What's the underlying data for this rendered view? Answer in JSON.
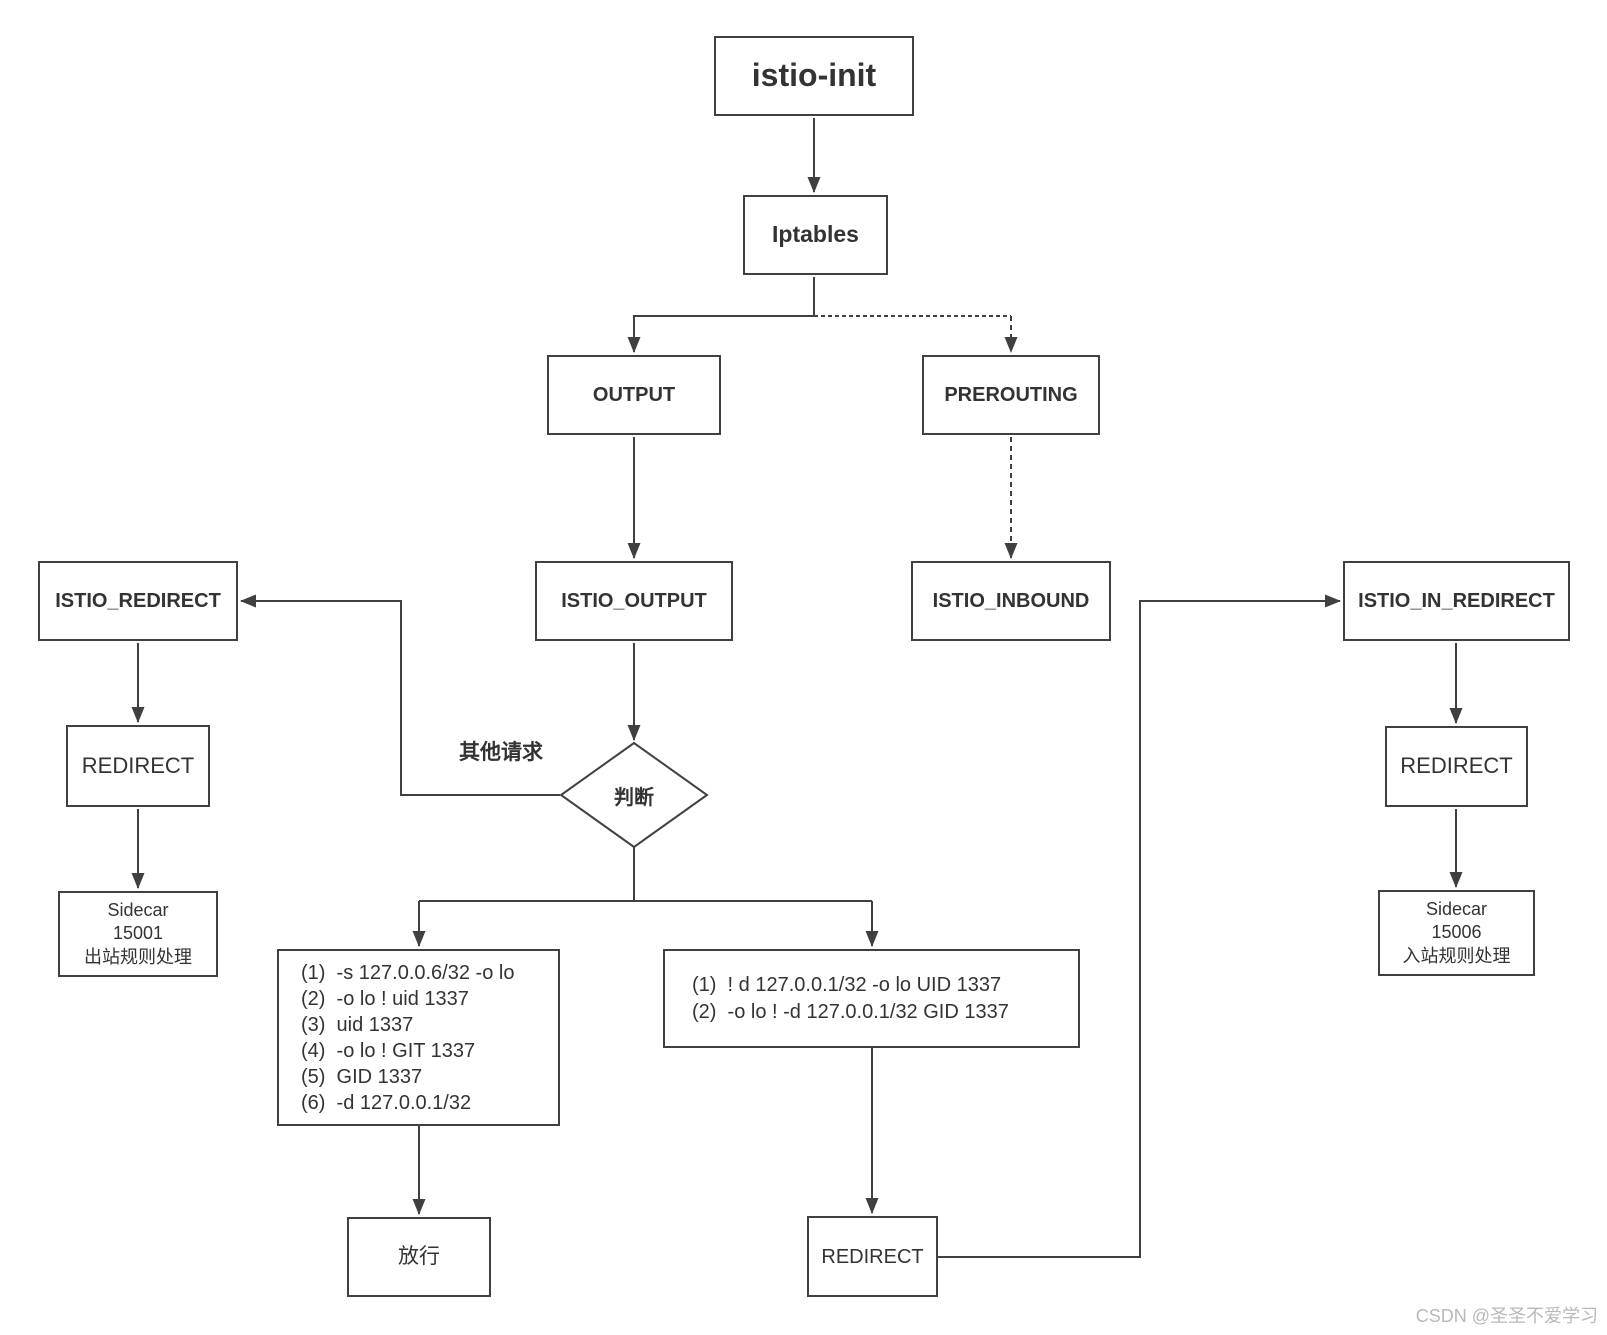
{
  "colors": {
    "line": "#404040",
    "border": "#404040",
    "text": "#333333",
    "background": "#ffffff",
    "watermark": "#b9b9b9"
  },
  "nodes": {
    "istio_init": "istio-init",
    "iptables": "Iptables",
    "output": "OUTPUT",
    "prerouting": "PREROUTING",
    "istio_redirect": "ISTIO_REDIRECT",
    "istio_output": "ISTIO_OUTPUT",
    "istio_inbound": "ISTIO_INBOUND",
    "istio_in_redirect": "ISTIO_IN_REDIRECT",
    "redirect_outbound": "REDIRECT",
    "redirect_inbound": "REDIRECT",
    "redirect_rules": "REDIRECT",
    "decision": "判断",
    "pass": "放行",
    "sidecar_outbound": {
      "lines": [
        "Sidecar",
        "15001",
        "出站规则处理"
      ]
    },
    "sidecar_inbound": {
      "lines": [
        "Sidecar",
        "15006",
        "入站规则处理"
      ]
    }
  },
  "edge_labels": {
    "other_requests": "其他请求"
  },
  "rules_outbound": {
    "lines": [
      "(1)  -s 127.0.0.6/32 -o lo",
      "(2)  -o lo ! uid 1337",
      "(3)  uid 1337",
      "(4)  -o lo ! GIT 1337",
      "(5)  GID 1337",
      "(6)  -d 127.0.0.1/32"
    ]
  },
  "rules_inbound": {
    "lines": [
      "(1)  ! d 127.0.0.1/32 -o lo UID 1337",
      "(2)  -o lo ! -d 127.0.0.1/32 GID 1337"
    ]
  },
  "watermark": "CSDN @圣圣不爱学习"
}
